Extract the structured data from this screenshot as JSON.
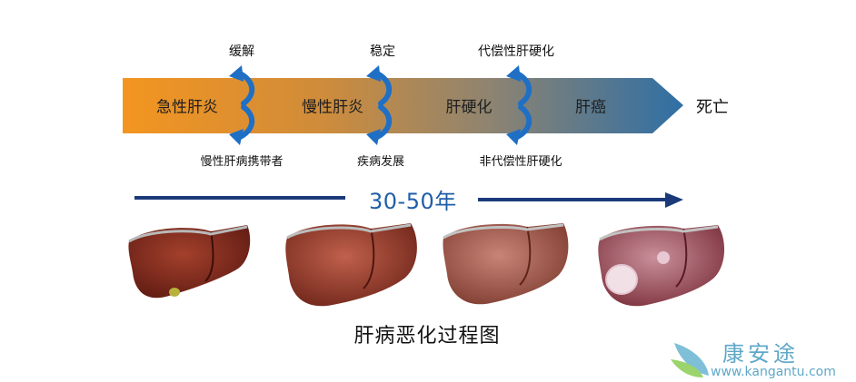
{
  "colors": {
    "arrow_start": "#f29420",
    "arrow_end": "#2f6fa5",
    "curl_arrow": "#1f6fc5",
    "timeline": "#1b3a7a",
    "years_text": "#1f5fa8",
    "brand": "#5fa8c8"
  },
  "stages": [
    "急性肝炎",
    "慢性肝炎",
    "肝硬化",
    "肝癌"
  ],
  "outcome": "死亡",
  "top_labels": [
    "缓解",
    "稳定",
    "代偿性肝硬化"
  ],
  "bottom_labels": [
    "慢性肝病携带者",
    "疾病发展",
    "非代偿性肝硬化"
  ],
  "timeline_label": "30-50年",
  "liver_illustrations": [
    "normal-liver-icon",
    "inflamed-liver-icon",
    "cirrhotic-liver-icon",
    "cancerous-liver-icon"
  ],
  "caption": "肝病恶化过程图",
  "brand": {
    "name": "康安途",
    "url": "www.kangantu.com",
    "logo": "leaf-logo-icon"
  }
}
